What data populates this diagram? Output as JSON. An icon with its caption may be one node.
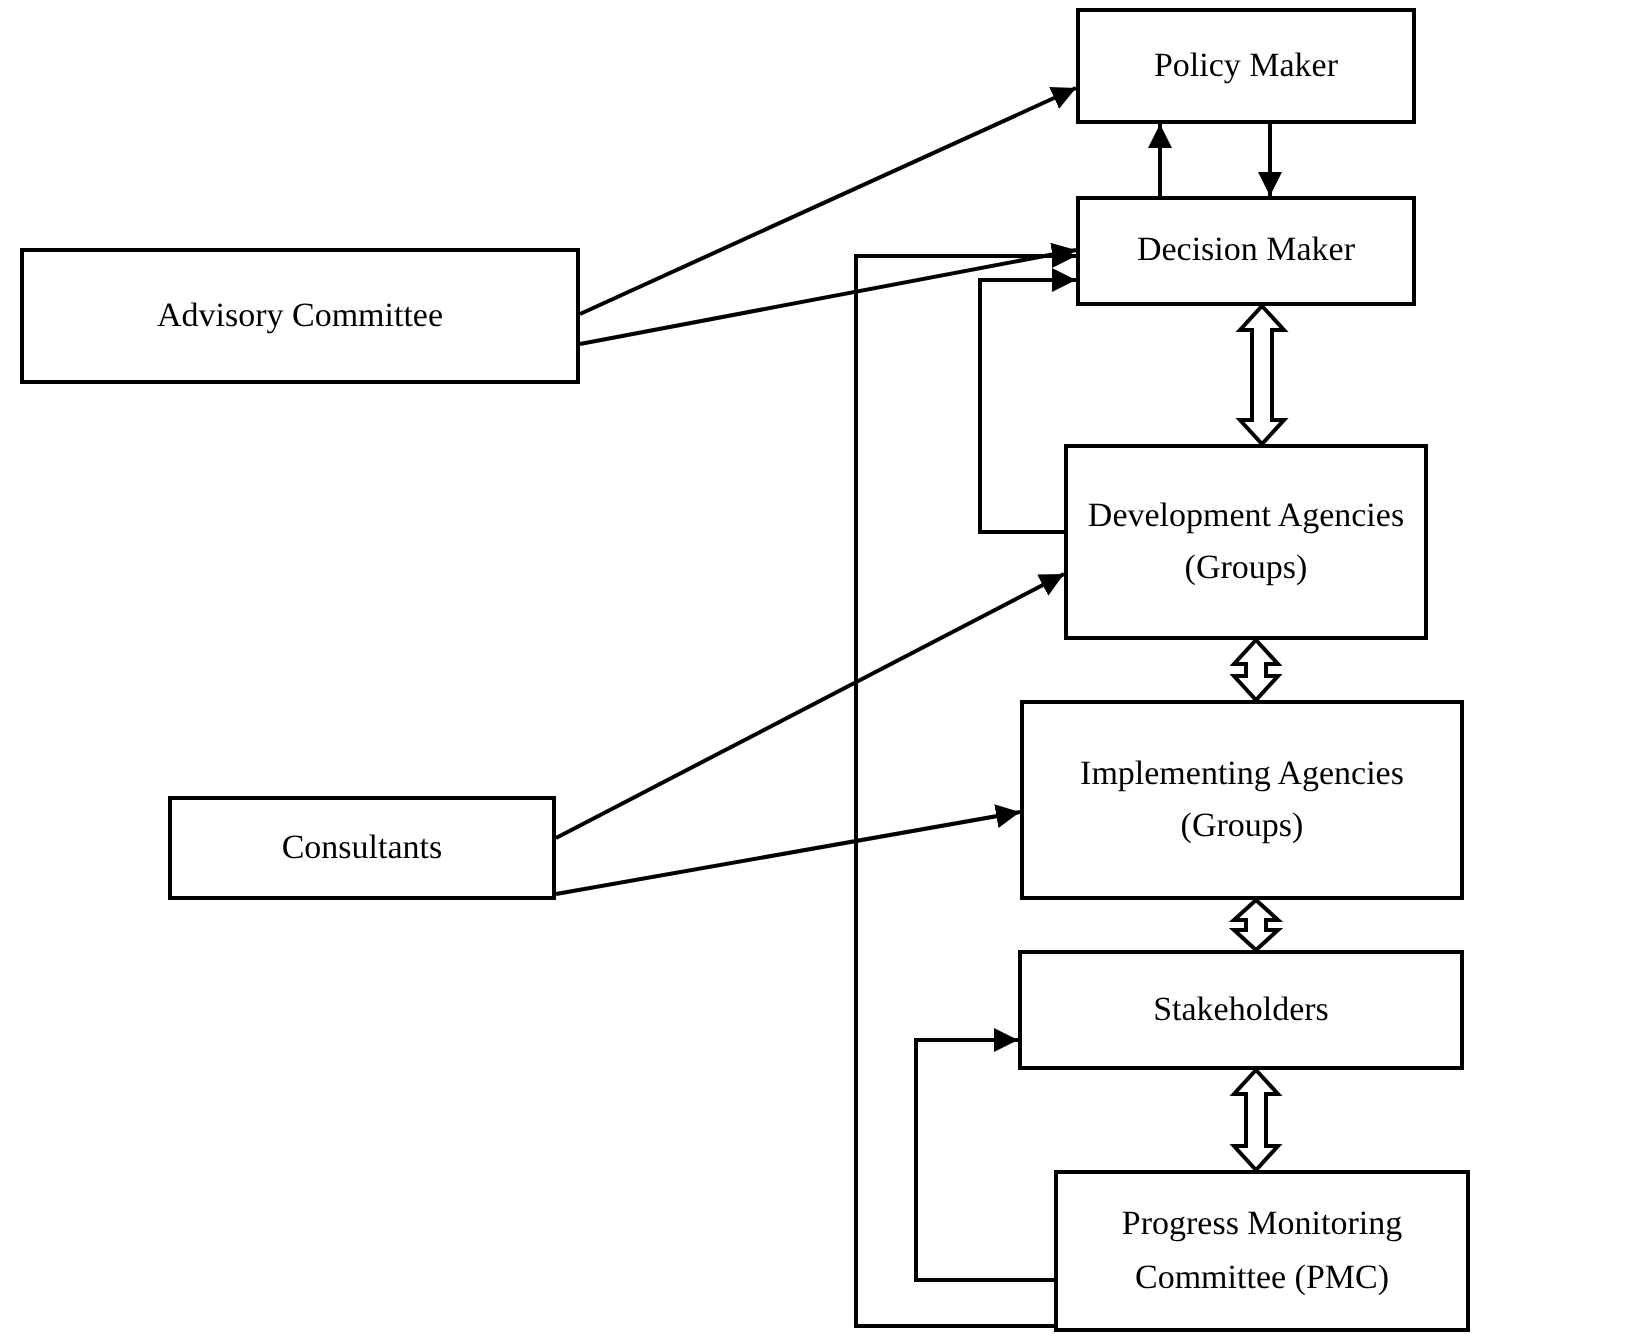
{
  "diagram": {
    "nodes": [
      {
        "text": [
          "Policy Maker"
        ]
      },
      {
        "text": [
          "Advisory Committee"
        ]
      },
      {
        "text": [
          "Decision Maker"
        ]
      },
      {
        "text": [
          "Development Agencies (Groups)"
        ]
      },
      {
        "text": [
          "Consultants"
        ]
      },
      {
        "text": [
          "Implementing Agencies (Groups)"
        ]
      },
      {
        "text": [
          "Stakeholders"
        ]
      },
      {
        "text": [
          "Progress Monitoring Committee (PMC)"
        ]
      }
    ],
    "edges": [
      {
        "from": 1,
        "to": 0,
        "arrow": "to"
      },
      {
        "from": 1,
        "to": 2,
        "arrow": "to"
      },
      {
        "from": 2,
        "to": 0,
        "arrow": "to"
      },
      {
        "from": 0,
        "to": 2,
        "arrow": "to"
      },
      {
        "from": 2,
        "to": 3,
        "arrow": "both",
        "style": "thick"
      },
      {
        "from": 3,
        "to": 2,
        "arrow": "to"
      },
      {
        "from": 4,
        "to": 3,
        "arrow": "to"
      },
      {
        "from": 4,
        "to": 5,
        "arrow": "to"
      },
      {
        "from": 3,
        "to": 5,
        "arrow": "both",
        "style": "thick"
      },
      {
        "from": 5,
        "to": 6,
        "arrow": "both",
        "style": "thick"
      },
      {
        "from": 6,
        "to": 7,
        "arrow": "both",
        "style": "thick"
      },
      {
        "from": 7,
        "to": 6,
        "arrow": "to"
      },
      {
        "from": 7,
        "to": 2,
        "arrow": "to"
      }
    ]
  }
}
